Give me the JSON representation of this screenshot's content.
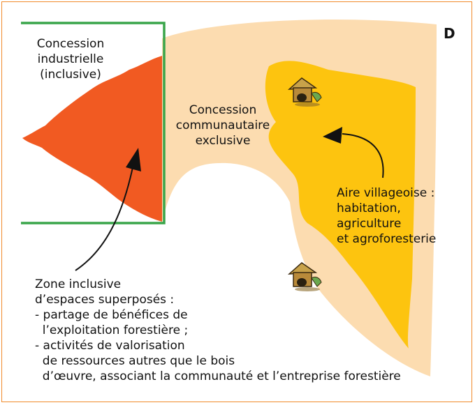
{
  "panel_letter": "D",
  "labels": {
    "industrial_concession": [
      "Concession",
      "industrielle",
      "(inclusive)"
    ],
    "community_concession": [
      "Concession",
      "communautaire",
      "exclusive"
    ],
    "village_area": [
      "Aire villageoise :",
      "habitation,",
      "agriculture",
      "et agroforesterie"
    ],
    "inclusive_zone": [
      "Zone inclusive",
      "d’espaces superposés :",
      "- partage de bénéfices de",
      "  l’exploitation forestière ;",
      "- activités de valorisation",
      "  de ressources autres que le bois",
      "  d’œuvre, associant la communauté et l’entreprise forestière"
    ]
  },
  "colors": {
    "frame": "#f08a2a",
    "industrial_fill": "#f15a22",
    "community_fill": "#fcdcb0",
    "village_fill": "#fdc40f",
    "boundary": "#3aa54a",
    "arrow": "#111111"
  },
  "icons": [
    "hut-icon",
    "hut-icon"
  ]
}
